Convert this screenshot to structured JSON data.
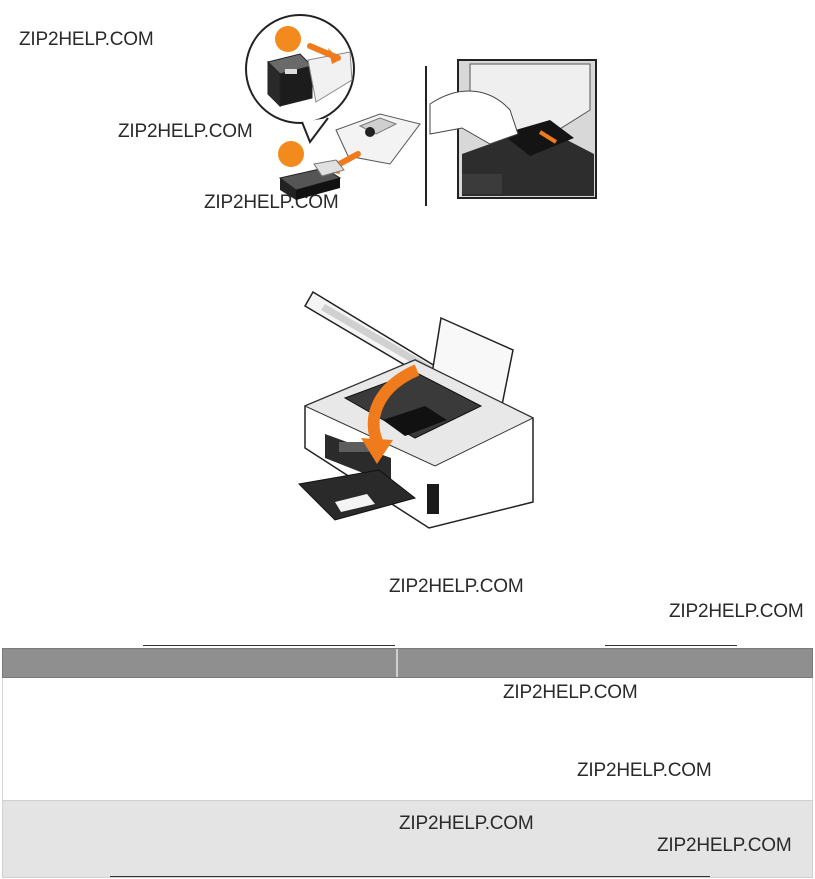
{
  "watermarks": [
    "ZIP2HELP.COM",
    "ZIP2HELP.COM",
    "ZIP2HELP.COM",
    "ZIP2HELP.COM",
    "ZIP2HELP.COM",
    "ZIP2HELP.COM",
    "ZIP2HELP.COM",
    "ZIP2HELP.COM",
    "ZIP2HELP.COM"
  ],
  "colors": {
    "step_marker": "#f28a1e",
    "arrow": "#f07b1c",
    "table_header": "#8f8f8f",
    "table_row_shaded": "#e4e4e4"
  },
  "icons": [
    "ink-cartridge-icon",
    "cartridge-package-icon",
    "printer-icon",
    "close-lid-arrow-icon"
  ]
}
